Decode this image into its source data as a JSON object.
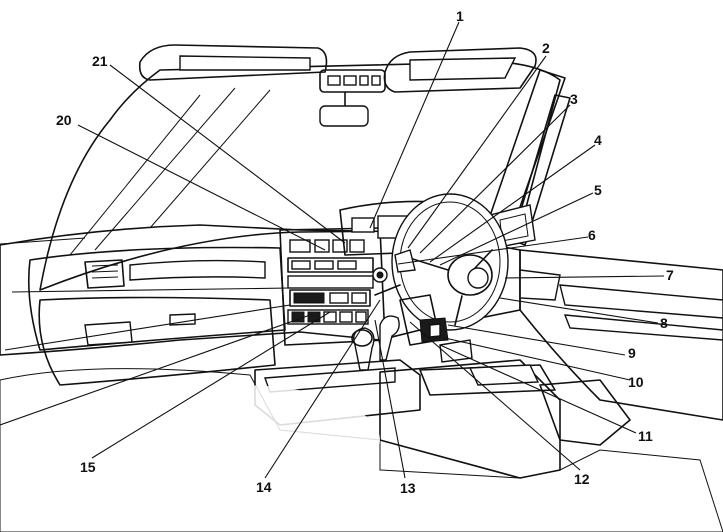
{
  "colors": {
    "ink": "#111111",
    "paper": "#ffffff"
  },
  "callouts": [
    {
      "id": "1",
      "label": "1"
    },
    {
      "id": "2",
      "label": "2"
    },
    {
      "id": "3",
      "label": "3"
    },
    {
      "id": "4",
      "label": "4"
    },
    {
      "id": "5",
      "label": "5"
    },
    {
      "id": "6",
      "label": "6"
    },
    {
      "id": "7",
      "label": "7"
    },
    {
      "id": "8",
      "label": "8"
    },
    {
      "id": "9",
      "label": "9"
    },
    {
      "id": "10",
      "label": "10"
    },
    {
      "id": "11",
      "label": "11"
    },
    {
      "id": "12",
      "label": "12"
    },
    {
      "id": "13",
      "label": "13"
    },
    {
      "id": "14",
      "label": "14"
    },
    {
      "id": "15",
      "label": "15"
    },
    {
      "id": "20",
      "label": "20"
    },
    {
      "id": "21",
      "label": "21"
    }
  ]
}
